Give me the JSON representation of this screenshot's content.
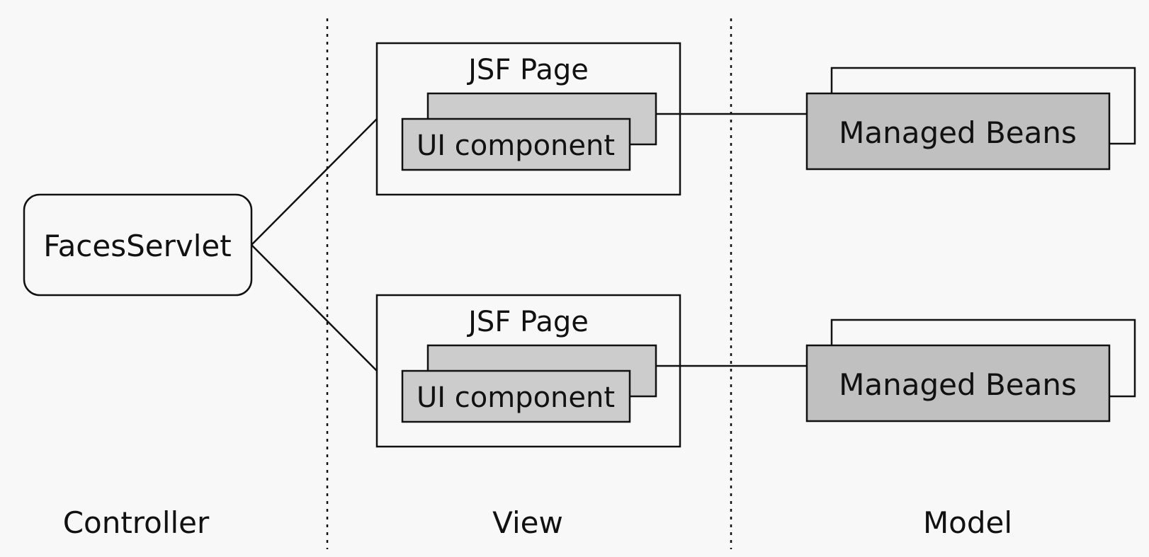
{
  "controller_node": {
    "label": "FacesServlet"
  },
  "view_pages": [
    {
      "title": "JSF Page",
      "component_label": "UI component"
    },
    {
      "title": "JSF Page",
      "component_label": "UI component"
    }
  ],
  "model_nodes": [
    {
      "label": "Managed Beans"
    },
    {
      "label": "Managed Beans"
    }
  ],
  "columns": {
    "controller": "Controller",
    "view": "View",
    "model": "Model"
  },
  "colors": {
    "background": "#f8f8f8",
    "stroke": "#111111",
    "component_fill": "#cccccc",
    "bean_fill": "#c0c0c0"
  }
}
